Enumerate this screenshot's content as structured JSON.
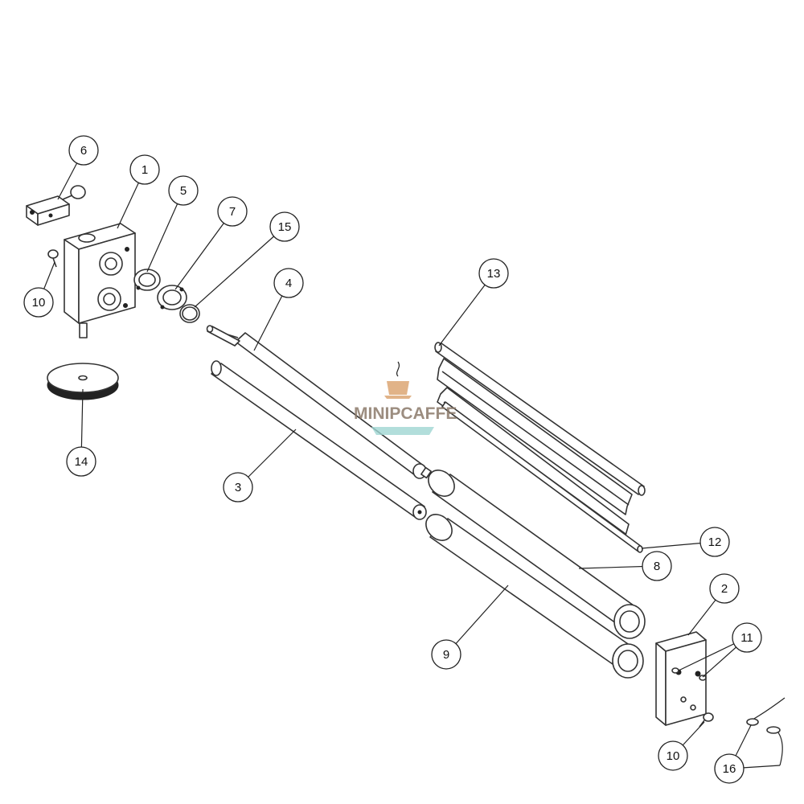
{
  "watermark": {
    "text": "MINIPCAFFE"
  },
  "callouts": [
    "1",
    "2",
    "3",
    "4",
    "5",
    "6",
    "7",
    "8",
    "9",
    "10",
    "10",
    "11",
    "12",
    "13",
    "14",
    "15",
    "16"
  ]
}
